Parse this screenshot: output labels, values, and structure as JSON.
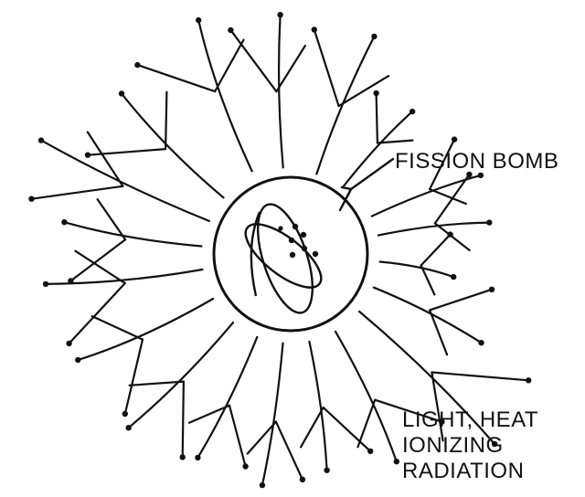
{
  "labels": {
    "fission_bomb": "FISSION BOMB",
    "radiation_lines": [
      "LIGHT, HEAT",
      "IONIZING",
      "RADIATION"
    ]
  },
  "colors": {
    "ink": "#111111",
    "background": "#ffffff"
  },
  "icons": {
    "center": "atom-icon"
  }
}
